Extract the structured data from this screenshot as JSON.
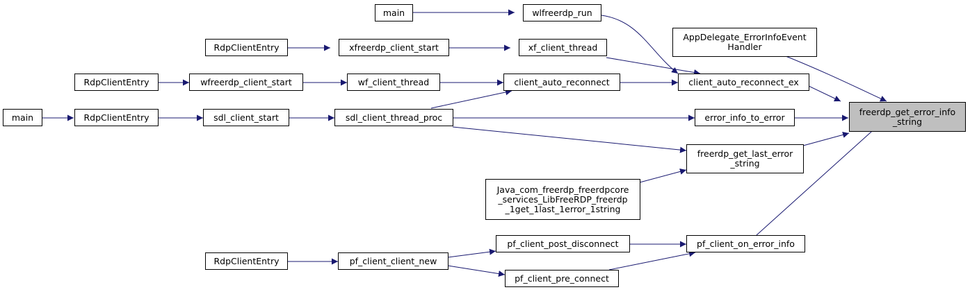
{
  "colors": {
    "edge": "#191970",
    "root_fill": "#bfbfbf",
    "node_fill": "#ffffff",
    "border": "#000000"
  },
  "nodes": {
    "main_top": "main",
    "wlfreerdp_run": "wlfreerdp_run",
    "rdpclient_xf": "RdpClientEntry",
    "xfreerdp_client_start": "xfreerdp_client_start",
    "xf_client_thread": "xf_client_thread",
    "appdelegate": "AppDelegate_ErrorInfoEvent\nHandler",
    "rdpclient_wf": "RdpClientEntry",
    "wfreerdp_client_start": "wfreerdp_client_start",
    "wf_client_thread": "wf_client_thread",
    "client_auto_reconnect": "client_auto_reconnect",
    "client_auto_reconnect_ex": "client_auto_reconnect_ex",
    "main_left": "main",
    "rdpclient_sdl": "RdpClientEntry",
    "sdl_client_start": "sdl_client_start",
    "sdl_client_thread_proc": "sdl_client_thread_proc",
    "error_info_to_error": "error_info_to_error",
    "root": "freerdp_get_error_info\n_string",
    "freerdp_get_last_error_string": "freerdp_get_last_error\n_string",
    "java_com": "Java_com_freerdp_freerdpcore\n_services_LibFreeRDP_freerdp\n_1get_1last_1error_1string",
    "pf_client_post_disconnect": "pf_client_post_disconnect",
    "pf_client_on_error_info": "pf_client_on_error_info",
    "rdpclient_pf": "RdpClientEntry",
    "pf_client_client_new": "pf_client_client_new",
    "pf_client_pre_connect": "pf_client_pre_connect"
  }
}
